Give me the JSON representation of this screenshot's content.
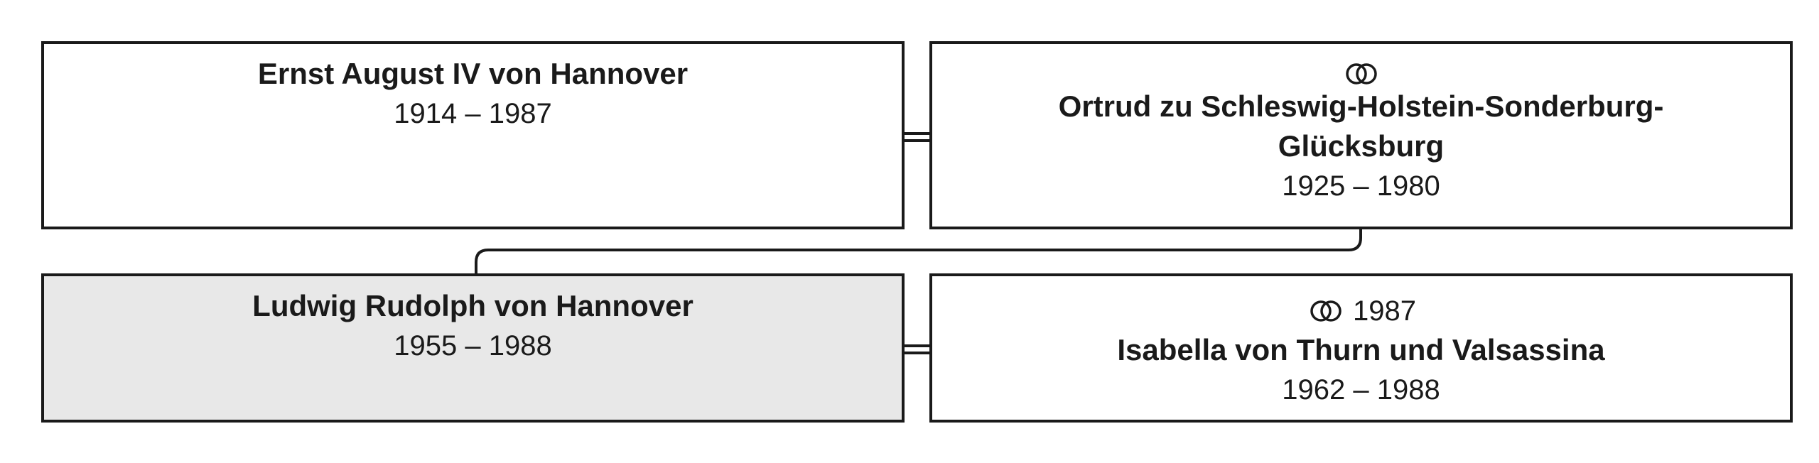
{
  "people": {
    "ernst": {
      "name": "Ernst August IV von Hannover",
      "years": "1914 – 1987"
    },
    "ortrud": {
      "name": "Ortrud zu Schleswig-Holstein-Sonderburg-Glücksburg",
      "years": "1925 – 1980",
      "marriage_icon": "wedding-rings-icon"
    },
    "ludwig": {
      "name": "Ludwig Rudolph von Hannover",
      "years": "1955 – 1988",
      "highlighted": true
    },
    "isabella": {
      "name": "Isabella von Thurn und Valsassina",
      "years": "1962 – 1988",
      "marriage_icon": "wedding-rings-icon",
      "marriage_year": "1987"
    }
  },
  "colors": {
    "border": "#1a1a1a",
    "highlight_fill": "#e8e8e8",
    "background": "#ffffff"
  }
}
